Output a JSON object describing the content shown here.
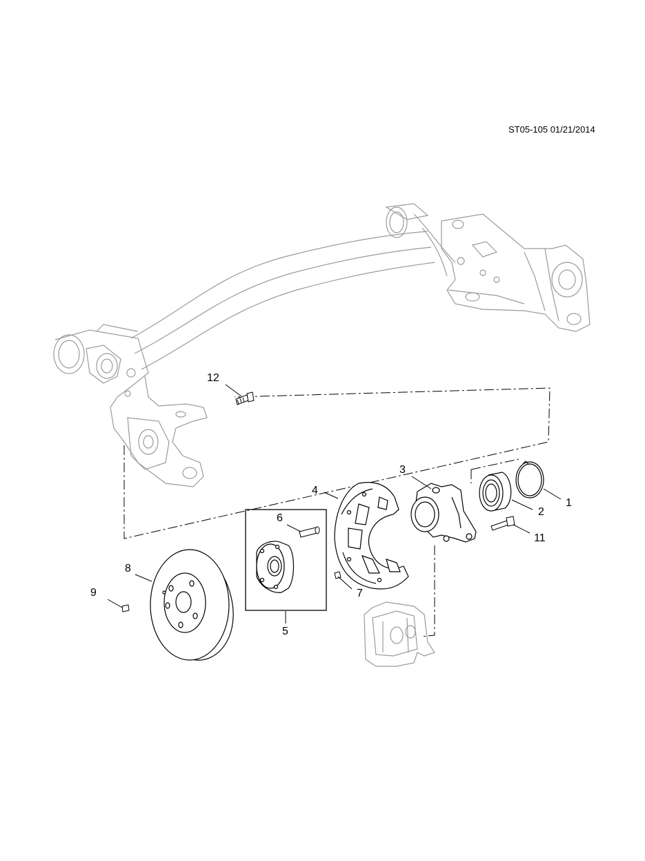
{
  "reference": "ST05-105 01/21/2014",
  "callouts": [
    {
      "id": "c1",
      "label": "1"
    },
    {
      "id": "c2",
      "label": "2"
    },
    {
      "id": "c3",
      "label": "3"
    },
    {
      "id": "c4",
      "label": "4"
    },
    {
      "id": "c5",
      "label": "5"
    },
    {
      "id": "c6",
      "label": "6"
    },
    {
      "id": "c7",
      "label": "7"
    },
    {
      "id": "c8",
      "label": "8"
    },
    {
      "id": "c9",
      "label": "9"
    },
    {
      "id": "c11",
      "label": "11"
    },
    {
      "id": "c12",
      "label": "12"
    }
  ],
  "colors": {
    "line": "#000000",
    "ghost": "#9a9a9a",
    "background": "#ffffff"
  }
}
